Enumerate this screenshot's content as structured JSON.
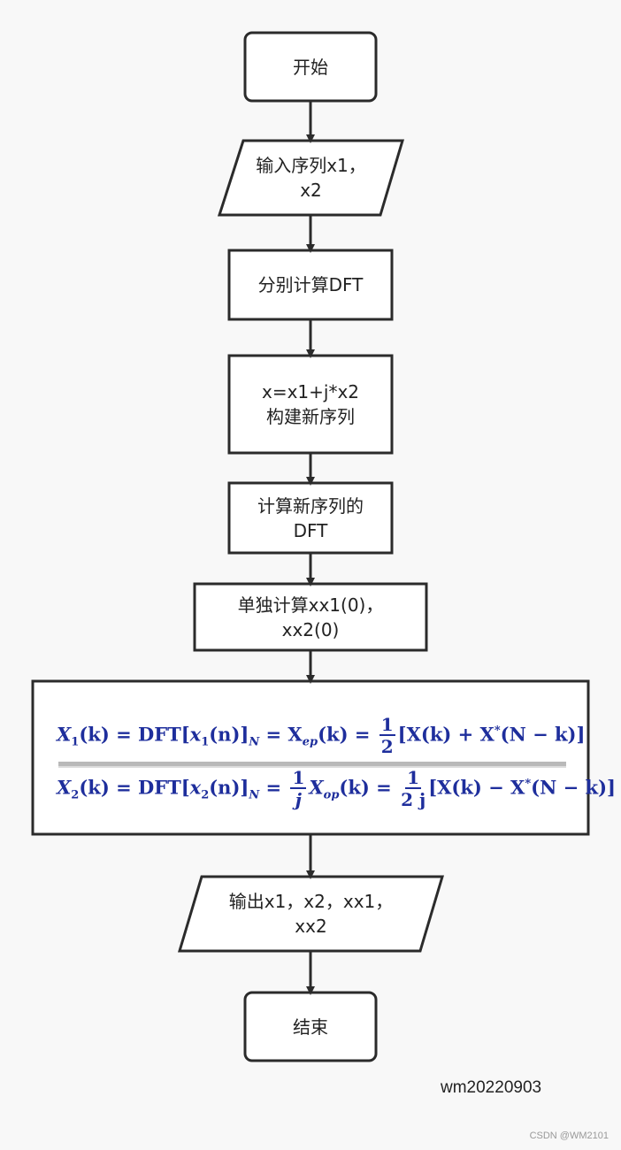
{
  "nodes": {
    "start": "开始",
    "input_line1": "输入序列x1，",
    "input_line2": "x2",
    "compute_dft": "分别计算DFT",
    "construct_line1": "x=x1+j*x2",
    "construct_line2": "构建新序列",
    "new_dft_line1": "计算新序列的",
    "new_dft_line2": "DFT",
    "single_line1": "单独计算xx1(0)，",
    "single_line2": "xx2(0)",
    "output_line1": "输出x1，x2，xx1，",
    "output_line2": "xx2",
    "end": "结束"
  },
  "formula": {
    "line1": {
      "lhs": "X",
      "lhs_sub": "1",
      "k": "(k) = DFT[",
      "x": "x",
      "x_sub": "1",
      "n": "(n)]",
      "N": "N",
      "eq2": " = X",
      "ep": "ep",
      "rest1": "(k) = ",
      "frac_num": "1",
      "frac_den": "2",
      "rest2": "[X(k) + X",
      "star": "*",
      "rest3": "(N − k)]"
    },
    "line2": {
      "lhs": "X",
      "lhs_sub": "2",
      "k": "(k) = DFT[",
      "x": "x",
      "x_sub": "2",
      "n": "(n)]",
      "N": "N",
      "eq": " = ",
      "frac1_num": "1",
      "frac1_den": "j",
      "mid": "X",
      "op": "op",
      "rest1": "(k) = ",
      "frac2_num": "1",
      "frac2_den": "2 j",
      "rest2": "[X(k) − X",
      "star": "*",
      "rest3": "(N − k)]"
    }
  },
  "watermark": "wm20220903",
  "csdn_mark": "CSDN @WM2101",
  "colors": {
    "formula": "#1e2e9c",
    "stroke": "#2b2b2b",
    "background": "#f8f8f8"
  }
}
